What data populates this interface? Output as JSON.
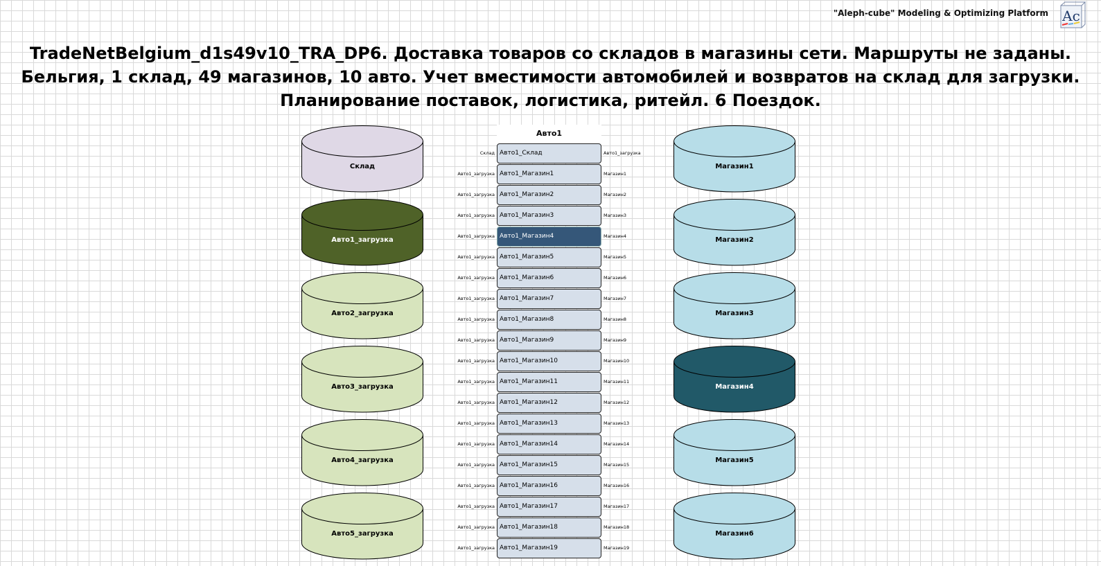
{
  "header": {
    "brand": "\"Aleph-cube\" Modeling & Optimizing Platform",
    "logo_text": "Ac"
  },
  "title": "TradeNetBelgium_d1s49v10_TRA_DP6. Доставка товаров со складов в магазины сети. Маршруты не заданы. Бельгия, 1 склад, 49 магазинов, 10 авто. Учет вместимости автомобилей и возвратов на склад для загрузки. Планирование поставок, логистика, ритейл. 6 Поездок.",
  "left_nodes": [
    {
      "label": "Склад",
      "color": "#dfd8e6",
      "text": "#000"
    },
    {
      "label": "Авто1_загрузка",
      "color": "#4f6228",
      "text": "#fff"
    },
    {
      "label": "Авто2_загрузка",
      "color": "#d7e4bd",
      "text": "#000"
    },
    {
      "label": "Авто3_загрузка",
      "color": "#d7e4bd",
      "text": "#000"
    },
    {
      "label": "Авто4_загрузка",
      "color": "#d7e4bd",
      "text": "#000"
    },
    {
      "label": "Авто5_загрузка",
      "color": "#d7e4bd",
      "text": "#000"
    }
  ],
  "right_nodes": [
    {
      "label": "Магазин1",
      "color": "#b7dde8",
      "text": "#000"
    },
    {
      "label": "Магазин2",
      "color": "#b7dde8",
      "text": "#000"
    },
    {
      "label": "Магазин3",
      "color": "#b7dde8",
      "text": "#000"
    },
    {
      "label": "Магазин4",
      "color": "#215968",
      "text": "#fff"
    },
    {
      "label": "Магазин5",
      "color": "#b7dde8",
      "text": "#000"
    },
    {
      "label": "Магазин6",
      "color": "#b7dde8",
      "text": "#000"
    }
  ],
  "vehicle": {
    "title": "Авто1",
    "selected_index": 4,
    "rows": [
      {
        "from": "Склад",
        "label": "Авто1_Склад",
        "to": "Авто1_загрузка"
      },
      {
        "from": "Авто1_загрузка",
        "label": "Авто1_Магазин1",
        "to": "Магазин1"
      },
      {
        "from": "Авто1_загрузка",
        "label": "Авто1_Магазин2",
        "to": "Магазин2"
      },
      {
        "from": "Авто1_загрузка",
        "label": "Авто1_Магазин3",
        "to": "Магазин3"
      },
      {
        "from": "Авто1_загрузка",
        "label": "Авто1_Магазин4",
        "to": "Магазин4"
      },
      {
        "from": "Авто1_загрузка",
        "label": "Авто1_Магазин5",
        "to": "Магазин5"
      },
      {
        "from": "Авто1_загрузка",
        "label": "Авто1_Магазин6",
        "to": "Магазин6"
      },
      {
        "from": "Авто1_загрузка",
        "label": "Авто1_Магазин7",
        "to": "Магазин7"
      },
      {
        "from": "Авто1_загрузка",
        "label": "Авто1_Магазин8",
        "to": "Магазин8"
      },
      {
        "from": "Авто1_загрузка",
        "label": "Авто1_Магазин9",
        "to": "Магазин9"
      },
      {
        "from": "Авто1_загрузка",
        "label": "Авто1_Магазин10",
        "to": "Магазин10"
      },
      {
        "from": "Авто1_загрузка",
        "label": "Авто1_Магазин11",
        "to": "Магазин11"
      },
      {
        "from": "Авто1_загрузка",
        "label": "Авто1_Магазин12",
        "to": "Магазин12"
      },
      {
        "from": "Авто1_загрузка",
        "label": "Авто1_Магазин13",
        "to": "Магазин13"
      },
      {
        "from": "Авто1_загрузка",
        "label": "Авто1_Магазин14",
        "to": "Магазин14"
      },
      {
        "from": "Авто1_загрузка",
        "label": "Авто1_Магазин15",
        "to": "Магазин15"
      },
      {
        "from": "Авто1_загрузка",
        "label": "Авто1_Магазин16",
        "to": "Магазин16"
      },
      {
        "from": "Авто1_загрузка",
        "label": "Авто1_Магазин17",
        "to": "Магазин17"
      },
      {
        "from": "Авто1_загрузка",
        "label": "Авто1_Магазин18",
        "to": "Магазин18"
      },
      {
        "from": "Авто1_загрузка",
        "label": "Авто1_Магазин19",
        "to": "Магазин19"
      }
    ]
  }
}
